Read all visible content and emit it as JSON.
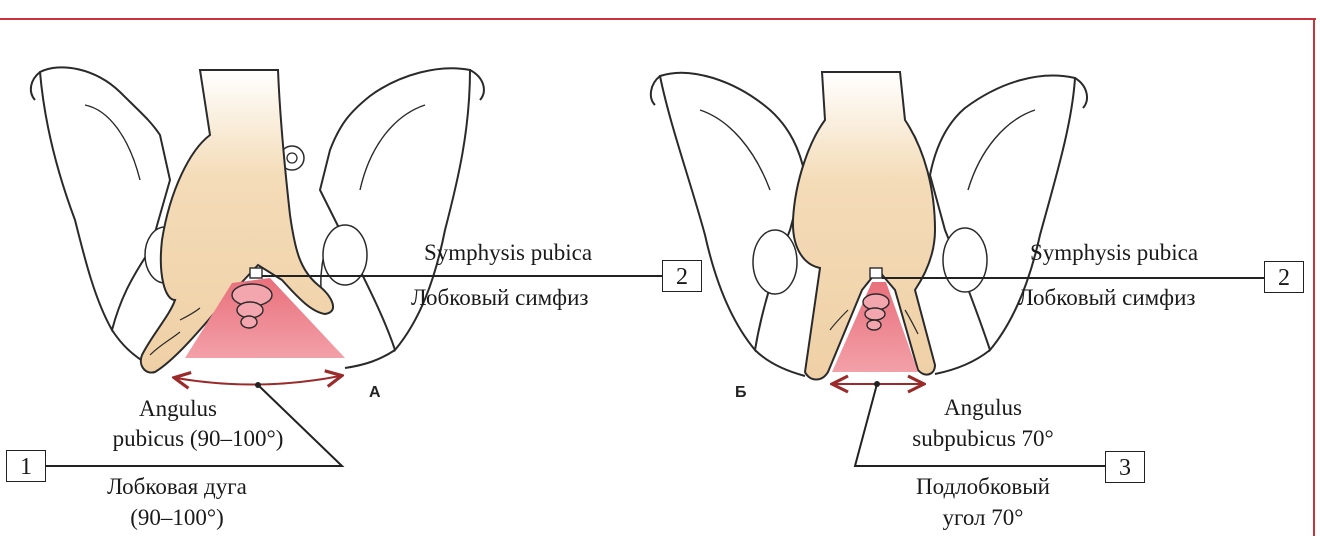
{
  "panel_a": {
    "letter": "А",
    "symphysis_latin": "Symphysis pubica",
    "symphysis_russian": "Лобковый симфиз",
    "symphysis_number": "2",
    "angle_latin_line1": "Angulus",
    "angle_latin_line2": "pubicus (90–100°)",
    "angle_russian_line1": "Лобковая дуга",
    "angle_russian_line2": "(90–100°)",
    "angle_number": "1"
  },
  "panel_b": {
    "letter": "Б",
    "symphysis_latin": "Symphysis pubica",
    "symphysis_russian": "Лобковый симфиз",
    "symphysis_number": "2",
    "angle_latin_line1": "Angulus",
    "angle_latin_line2": "subpubicus 70°",
    "angle_russian_line1": "Подлобковый",
    "angle_russian_line2": "угол 70°",
    "angle_number": "3"
  },
  "colors": {
    "frame": "#c8323c",
    "arch_fill": "#e0606e",
    "hand_fill": "#f2d6b0",
    "arrow": "#9b2a2a",
    "bone_outline": "#2a2a2a"
  }
}
